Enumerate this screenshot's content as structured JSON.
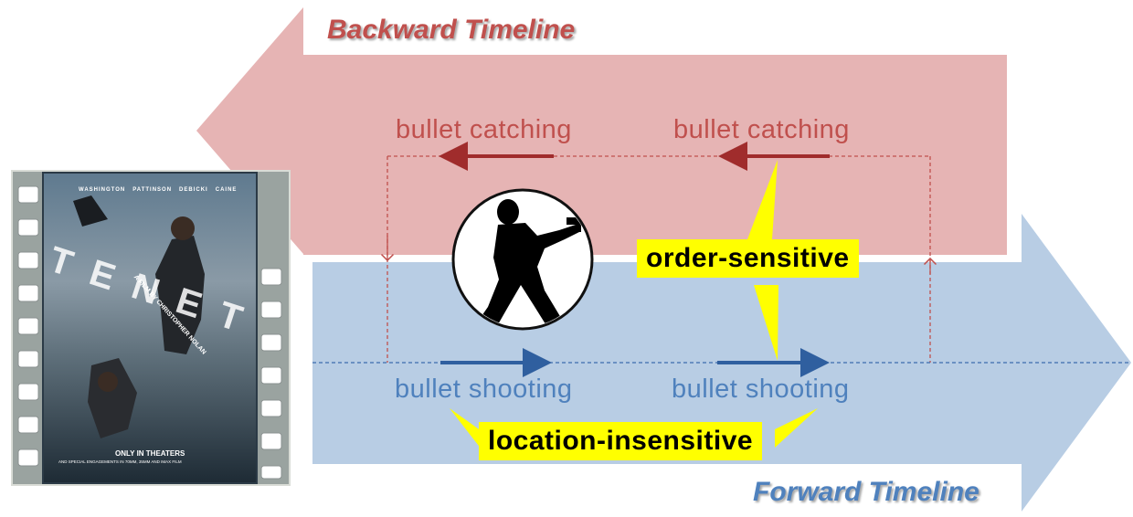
{
  "backward": {
    "title": "Backward Timeline",
    "label_color": "#c0504d",
    "arrow_color": "#e6b4b4"
  },
  "forward": {
    "title": "Forward Timeline",
    "label_color": "#4f81bd",
    "arrow_color": "#b8cde4"
  },
  "catching_labels": [
    "bullet catching",
    "bullet catching"
  ],
  "shooting_labels": [
    "bullet shooting",
    "bullet shooting"
  ],
  "callouts": {
    "order": "order-sensitive",
    "location": "location-insensitive",
    "fill_color": "#ffff00"
  },
  "poster": {
    "title": "TENET",
    "credit": "A FILM BY CHRISTOPHER NOLAN",
    "cast": [
      "WASHINGTON",
      "PATTINSON",
      "DEBICKI",
      "CAINE"
    ],
    "release": "ONLY IN THEATERS",
    "release_sub": "AND SPECIAL ENGAGEMENTS IN 70MM, 35MM AND IMAX FILM"
  }
}
